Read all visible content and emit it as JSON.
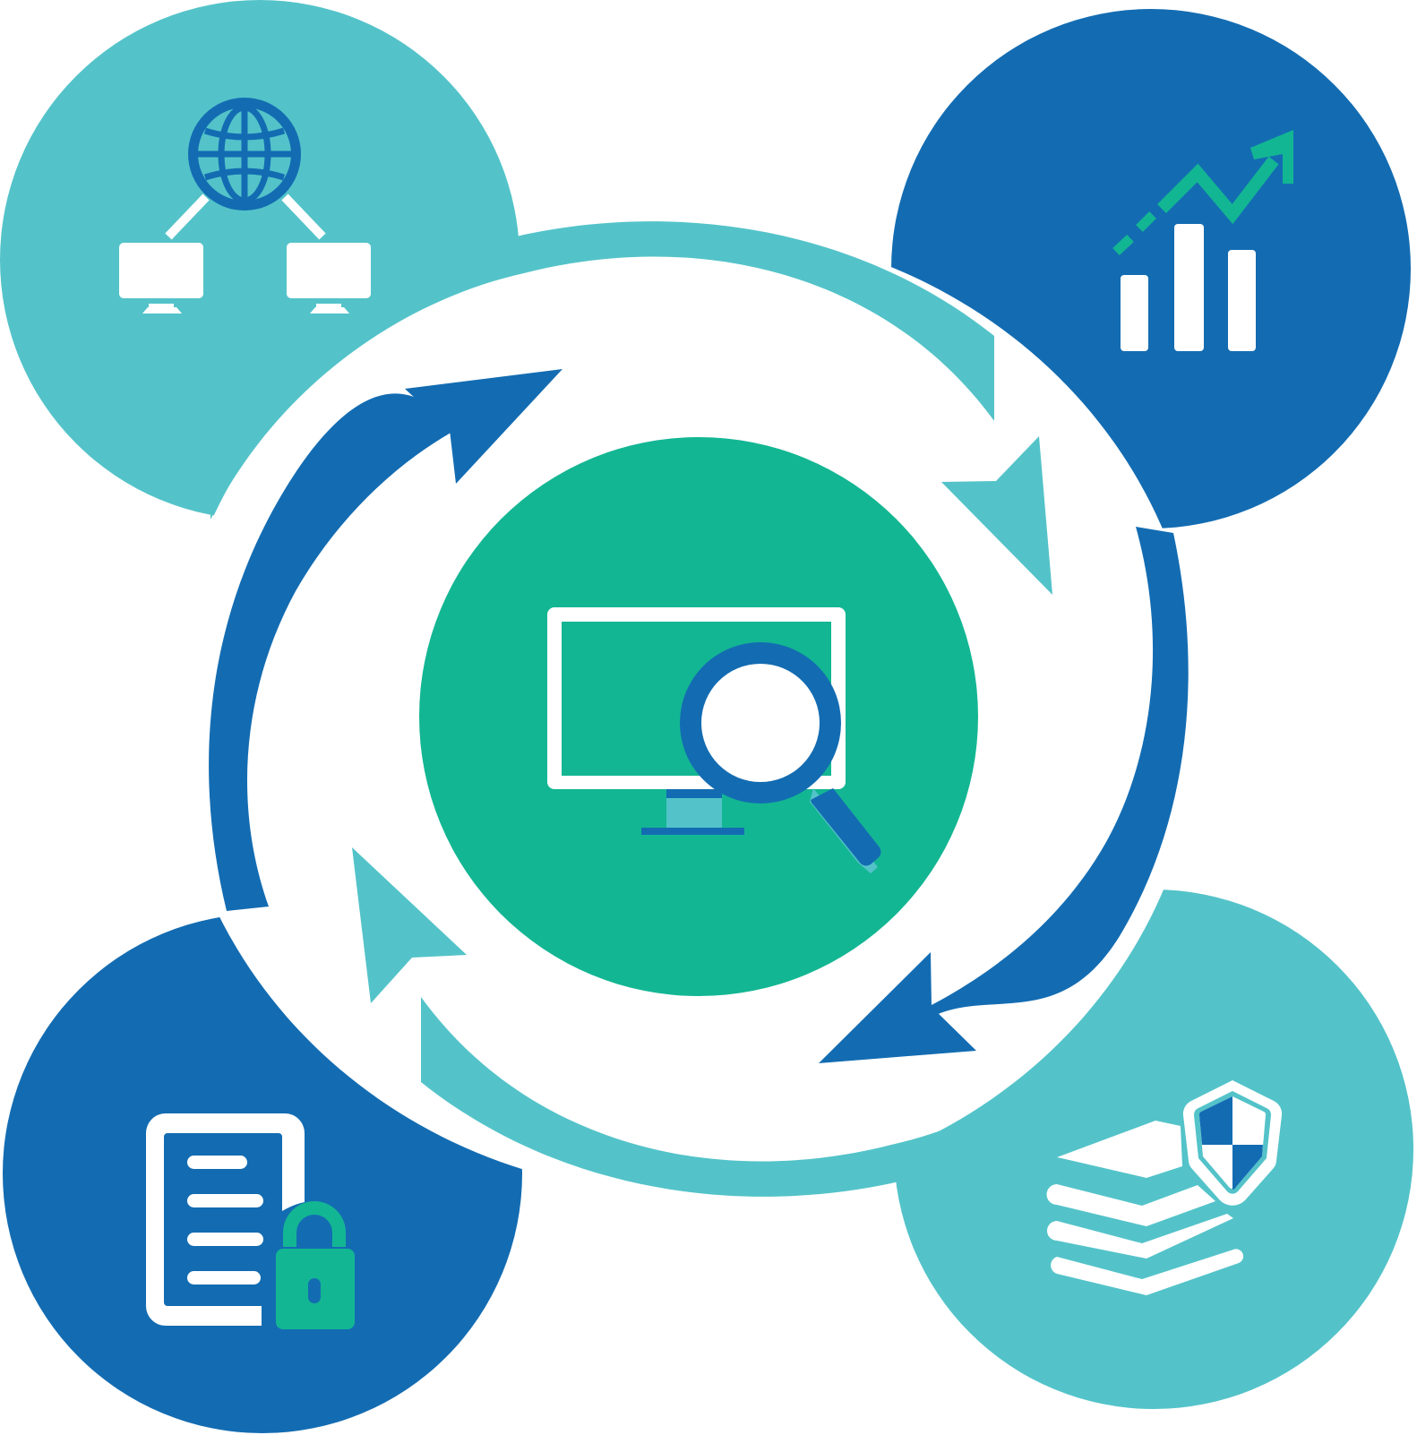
{
  "colors": {
    "teal_light": "#53C3C9",
    "blue_dark": "#136CB2",
    "green": "#13B693",
    "white": "#FFFFFF"
  },
  "nodes": {
    "center": {
      "icon": "monitor-magnifier-icon",
      "color": "#13B693"
    },
    "top_left": {
      "icon": "network-globe-computers-icon",
      "color": "#53C3C9"
    },
    "top_right": {
      "icon": "growth-bar-chart-icon",
      "color": "#136CB2"
    },
    "bottom_left": {
      "icon": "locked-document-icon",
      "color": "#136CB2"
    },
    "bottom_right": {
      "icon": "data-layers-shield-icon",
      "color": "#53C3C9"
    }
  },
  "cycle_arrows": [
    {
      "name": "arrow-top-left-upward",
      "color": "#136CB2"
    },
    {
      "name": "arrow-top-right-downward",
      "color": "#53C3C9"
    },
    {
      "name": "arrow-bottom-right-downward",
      "color": "#136CB2"
    },
    {
      "name": "arrow-bottom-left-upward",
      "color": "#53C3C9"
    }
  ]
}
